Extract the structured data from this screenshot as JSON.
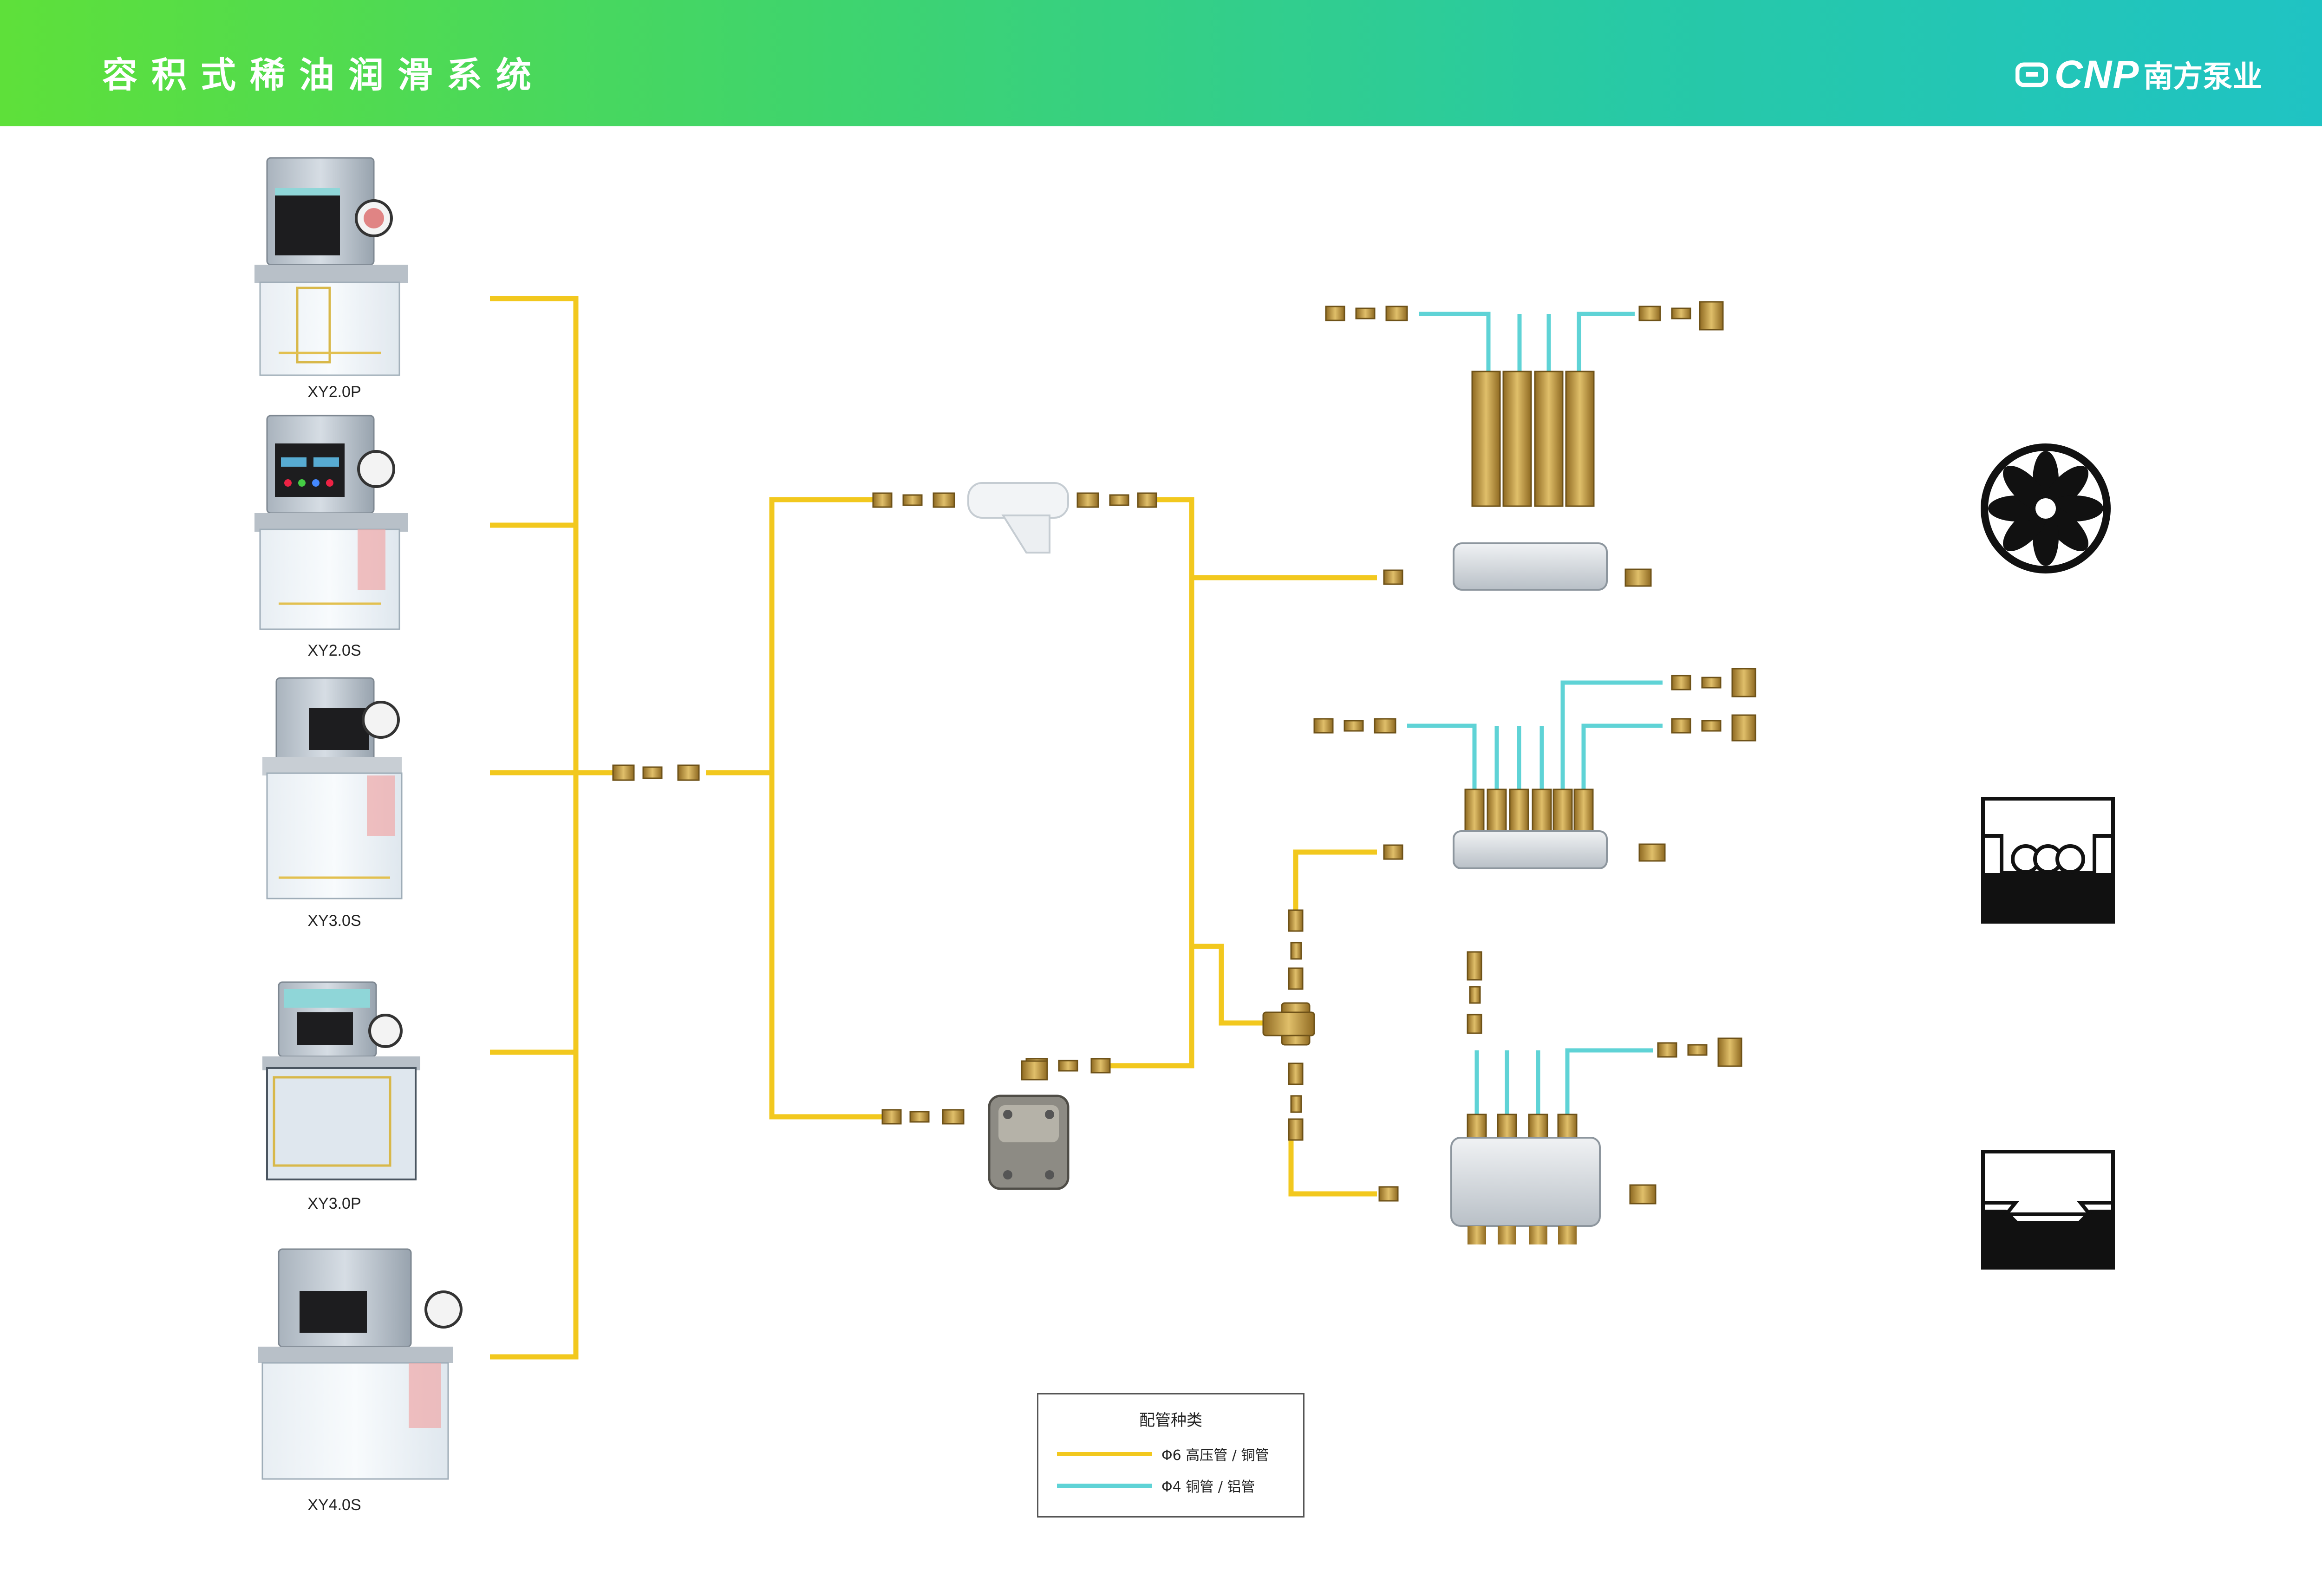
{
  "header": {
    "title": "容积式稀油润滑系统",
    "logo_text": "CNP",
    "logo_cn": "南方泵业"
  },
  "pumps": [
    {
      "label": "XY2.0P"
    },
    {
      "label": "XY2.0S"
    },
    {
      "label": "XY3.0S"
    },
    {
      "label": "XY3.0P"
    },
    {
      "label": "XY4.0S"
    }
  ],
  "legend": {
    "title": "配管种类",
    "items": [
      {
        "text": "Φ6  高压管 / 铜管",
        "color": "#f2c81e"
      },
      {
        "text": "Φ4  铜管 / 铝管",
        "color": "#5fd3d6"
      }
    ]
  },
  "colors": {
    "high_pressure_pipe": "#f2c81e",
    "copper_pipe": "#5fd3d6",
    "brass": "#b8913a",
    "header_start": "#5ee03a",
    "header_end": "#1fc3c4"
  },
  "symbols": [
    "fan-icon",
    "bearing-icon",
    "guideway-icon"
  ]
}
